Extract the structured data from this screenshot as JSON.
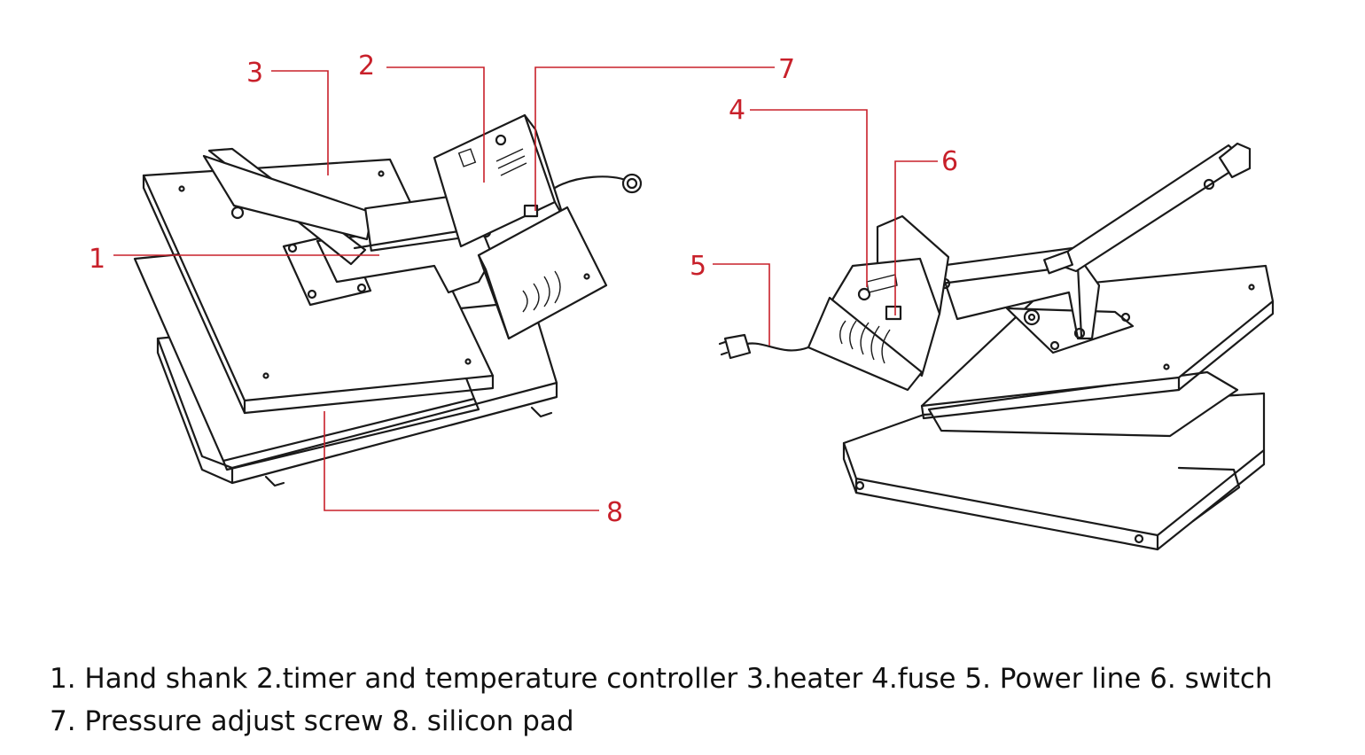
{
  "colors": {
    "callout": "#c8202a",
    "drawing": "#1a1a1a"
  },
  "callouts": [
    {
      "id": "1",
      "label": "1"
    },
    {
      "id": "2",
      "label": "2"
    },
    {
      "id": "3",
      "label": "3"
    },
    {
      "id": "4",
      "label": "4"
    },
    {
      "id": "5",
      "label": "5"
    },
    {
      "id": "6",
      "label": "6"
    },
    {
      "id": "7",
      "label": "7"
    },
    {
      "id": "8",
      "label": "8"
    }
  ],
  "caption": {
    "line1": "1. Hand shank 2.timer and temperature controller 3.heater 4.fuse 5. Power line 6. switch",
    "line2": "7. Pressure adjust screw 8. silicon pad"
  }
}
